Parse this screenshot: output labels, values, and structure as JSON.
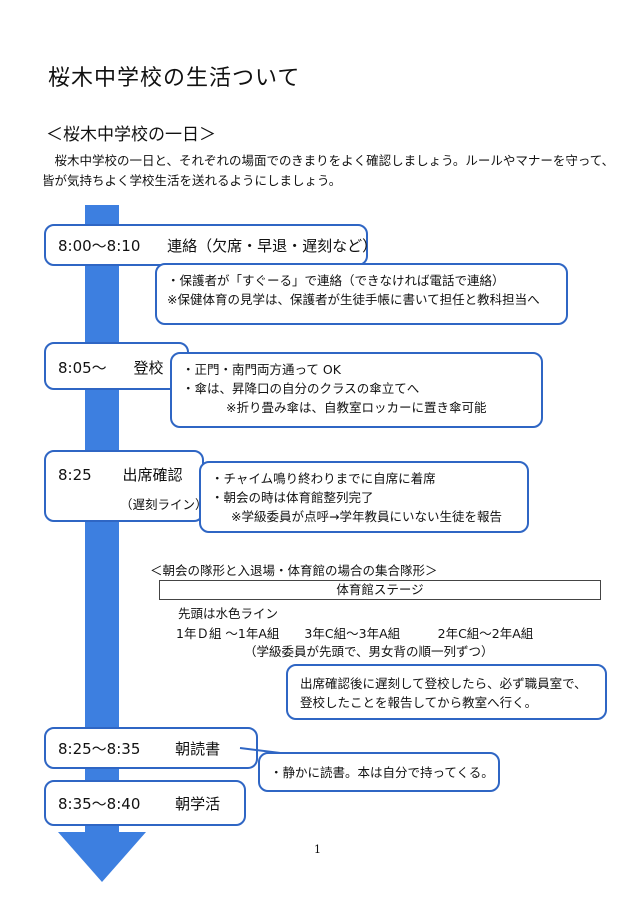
{
  "title": "桜木中学校の生活ついて",
  "section_title": "＜桜木中学校の一日＞",
  "intro_lines": [
    "桜木中学校の一日と、それぞれの場面でのきまりをよく確認しましょう。ルールやマナーを守って、",
    "皆が気持ちよく学校生活を送れるようにしましょう。"
  ],
  "timeline": [
    {
      "time": "8:00～8:10",
      "label": "連絡（欠席・早退・遅刻など）",
      "sub": "",
      "notes": [
        "・保護者が「すぐーる」で連絡（できなければ電話で連絡）",
        "※保健体育の見学は、保護者が生徒手帳に書いて担任と教科担当へ"
      ]
    },
    {
      "time": "8:05～",
      "label": "登校",
      "sub": "",
      "notes": [
        "・正門・南門両方通って OK",
        "・傘は、昇降口の自分のクラスの傘立てへ",
        "※折り畳み傘は、自教室ロッカーに置き傘可能"
      ]
    },
    {
      "time": "8:25",
      "label": "出席確認",
      "sub": "（遅刻ライン）",
      "notes": [
        "・チャイム鳴り終わりまでに自席に着席",
        "・朝会の時は体育館整列完了",
        "※学級委員が点呼→学年教員にいない生徒を報告"
      ]
    },
    {
      "time": "8:25～8:35",
      "label": "朝読書",
      "sub": "",
      "notes": [
        "・静かに読書。本は自分で持ってくる。"
      ]
    },
    {
      "time": "8:35～8:40",
      "label": "朝学活",
      "sub": "",
      "notes": []
    }
  ],
  "formation": {
    "title": "＜朝会の隊形と入退場・体育館の場合の集合隊形＞",
    "stage": "体育館ステージ",
    "line1": "先頭は水色ライン",
    "line2": "1年Ｄ組 ～1年A組　　3年C組～3年A組　　　2年C組～2年A組",
    "line3": "（学級委員が先頭で、男女背の順一列ずつ）"
  },
  "late_note": [
    "出席確認後に遅刻して登校したら、必ず職員室で、",
    "登校したことを報告してから教室へ行く。"
  ],
  "page_number": "1",
  "colors": {
    "arrow": "#3d7fe0",
    "box_border": "#2f66c4"
  }
}
